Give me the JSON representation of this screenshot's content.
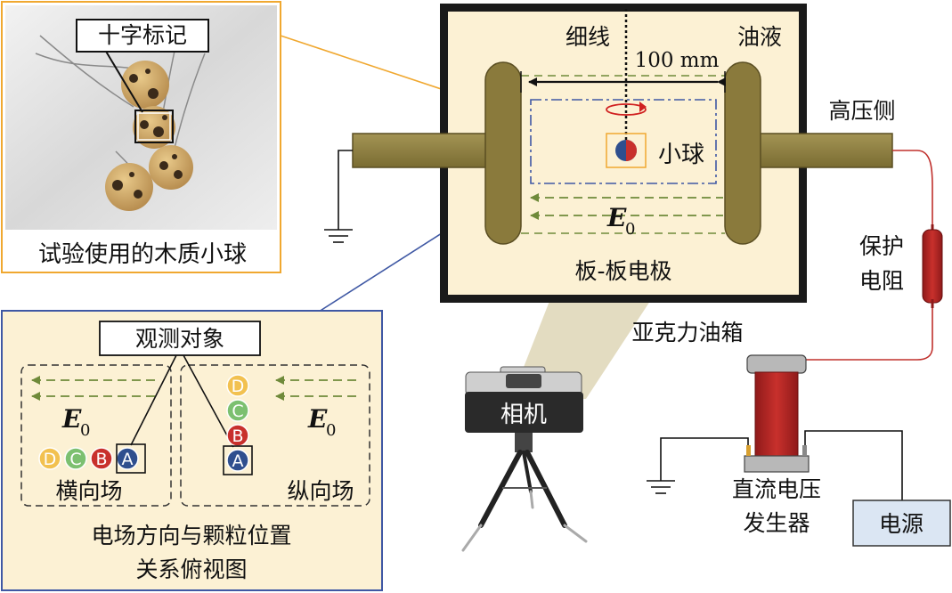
{
  "photo": {
    "caption": "试验使用的木质小球",
    "cross_mark_label": "十字标记"
  },
  "tank": {
    "wire_label": "细线",
    "oil_label": "油液",
    "gap_label": "100 mm",
    "ball_label": "小球",
    "field_label": "E",
    "field_subscript": "0",
    "electrode_label": "板-板电极",
    "tank_label": "亚克力油箱"
  },
  "circuit": {
    "high_voltage_label": "高压侧",
    "resistor_label_line1": "保护",
    "resistor_label_line2": "电阻",
    "generator_label_line1": "直流电压",
    "generator_label_line2": "发生器",
    "power_label": "电源"
  },
  "camera": {
    "label": "相机"
  },
  "inset": {
    "object_label": "观测对象",
    "field_label": "E",
    "field_subscript": "0",
    "transverse_label": "横向场",
    "longitudinal_label": "纵向场",
    "caption_line1": "电场方向与颗粒位置",
    "caption_line2": "关系俯视图",
    "balls": [
      {
        "letter": "D",
        "color": "#f2c150"
      },
      {
        "letter": "C",
        "color": "#7cc070"
      },
      {
        "letter": "B",
        "color": "#c8302c"
      },
      {
        "letter": "A",
        "color": "#2f4f8e"
      }
    ]
  },
  "colors": {
    "oil": "#fcf1d4",
    "electrode": "#8a7a3c",
    "photo_border": "#f0a830",
    "inset_border": "#3f58a4",
    "field_arrow": "#6f8a3a",
    "wire_red": "#c0302c"
  }
}
